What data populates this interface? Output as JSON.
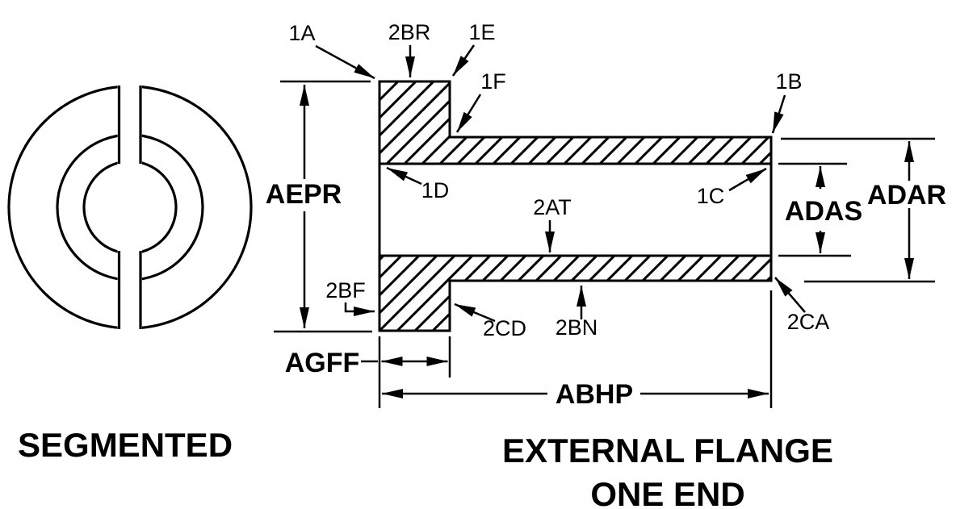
{
  "diagram": {
    "left_figure": {
      "caption": "SEGMENTED"
    },
    "right_figure": {
      "caption_line1": "EXTERNAL FLANGE",
      "caption_line2": "ONE END",
      "leaders": {
        "l1A": "1A",
        "l2BR": "2BR",
        "l1E": "1E",
        "l1F": "1F",
        "l1D": "1D",
        "l1B": "1B",
        "l1C": "1C",
        "l2AT": "2AT",
        "l2BF": "2BF",
        "l2CD": "2CD",
        "l2BN": "2BN",
        "l2CA": "2CA"
      },
      "dims": {
        "aepr": "AEPR",
        "agff": "AGFF",
        "abhp": "ABHP",
        "adas": "ADAS",
        "adar": "ADAR"
      }
    },
    "colors": {
      "ink": "#000000",
      "paper": "#ffffff"
    }
  }
}
